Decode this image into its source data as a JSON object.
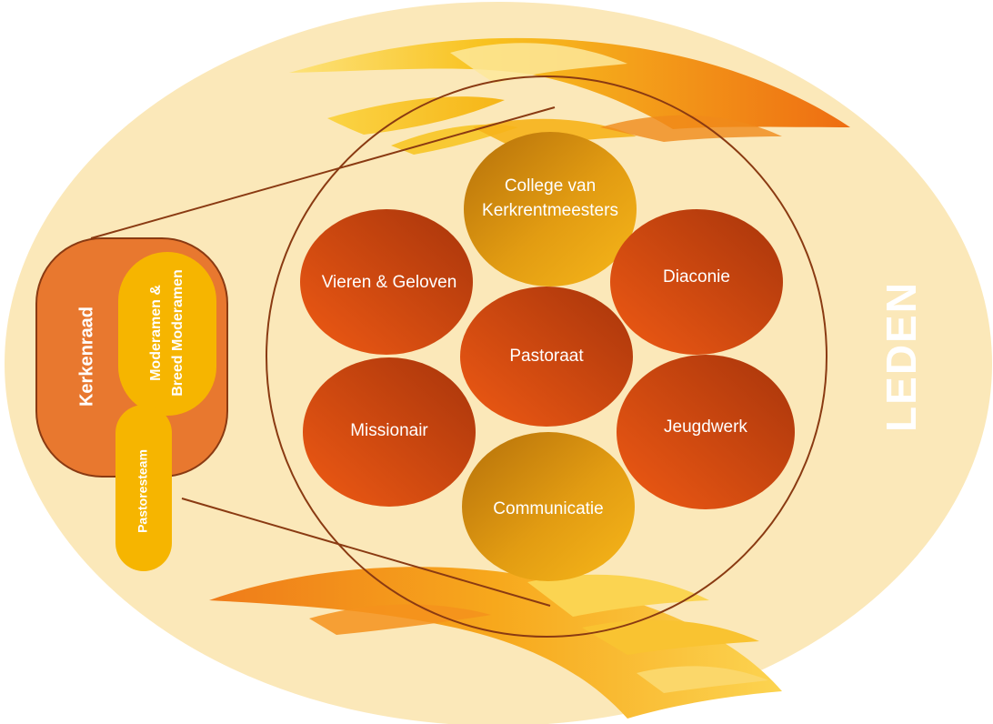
{
  "outer_label": "LEDEN",
  "left_group": {
    "kerkenraad": "Kerkenraad",
    "moderamen_line1": "Moderamen &",
    "moderamen_line2": "Breed Moderamen",
    "pastoresteam": "Pastoresteam"
  },
  "circles": {
    "college_line1": "College van",
    "college_line2": "Kerkrentmeesters",
    "vieren": "Vieren & Geloven",
    "diaconie": "Diaconie",
    "pastoraat": "Pastoraat",
    "missionair": "Missionair",
    "jeugdwerk": "Jeugdwerk",
    "communicatie": "Communicatie"
  },
  "colors": {
    "background_ellipse": "#fbe8b9",
    "orange_circle": "#d84f16",
    "gold_circle": "#e0a010",
    "kerkenraad_fill": "#e8782f",
    "yellow_pill": "#f6b500",
    "outline": "#8a3a12"
  }
}
